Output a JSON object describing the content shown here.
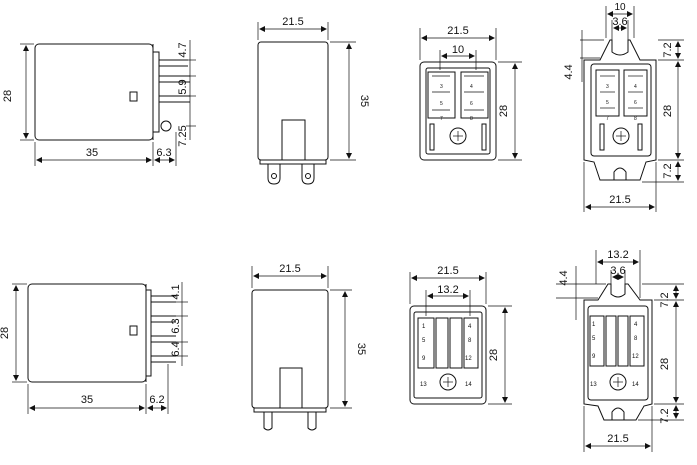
{
  "top_row": {
    "side": {
      "height": "28",
      "length": "35",
      "pin_offset": "6.3",
      "pitch_a": "4.7",
      "pitch_b": "5.9",
      "pitch_c": "7.25"
    },
    "front": {
      "width": "21.5",
      "height": "35"
    },
    "bottom": {
      "width": "21.5",
      "inner": "10",
      "depth": "28",
      "pins": [
        "3",
        "4",
        "5",
        "6",
        "7",
        "8"
      ]
    },
    "flange": {
      "slot": "10",
      "slot_inner": "3.6",
      "offset": "4.4",
      "ear_top": "7.2",
      "depth": "28",
      "ear_bottom": "7.2",
      "width": "21.5",
      "pins": [
        "3",
        "4",
        "5",
        "6",
        "7",
        "8"
      ]
    }
  },
  "bottom_row": {
    "side": {
      "height": "28",
      "length": "35",
      "pin_offset": "6.2",
      "pitch_a": "4.1",
      "pitch_b": "6.3",
      "pitch_c": "6.4"
    },
    "front": {
      "width": "21.5",
      "height": "35"
    },
    "bottom": {
      "width": "21.5",
      "inner": "13.2",
      "depth": "28",
      "pins": [
        "1",
        "4",
        "5",
        "8",
        "9",
        "12",
        "13",
        "14"
      ]
    },
    "flange": {
      "slot": "13.2",
      "slot_inner": "3.6",
      "offset": "4.4",
      "ear_top": "7.2",
      "depth": "28",
      "ear_bottom": "7.2",
      "width": "21.5",
      "pins": [
        "1",
        "4",
        "5",
        "8",
        "9",
        "12",
        "13",
        "14"
      ]
    }
  }
}
